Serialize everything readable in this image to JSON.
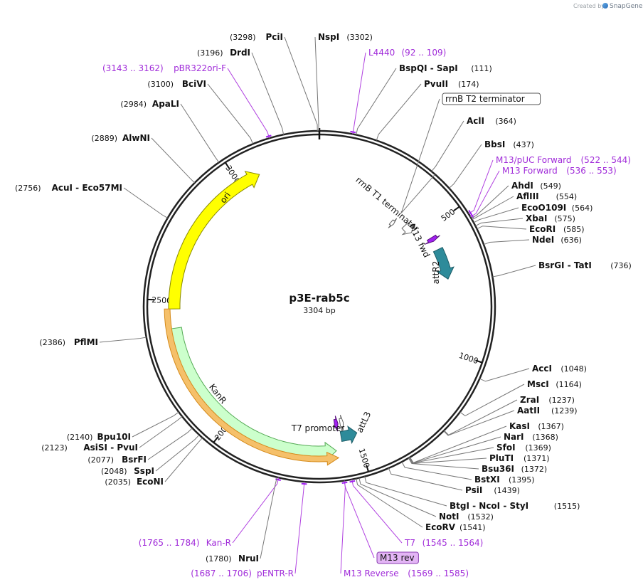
{
  "credit": {
    "created_by": "Created by",
    "brand": "SnapGene"
  },
  "plasmid": {
    "name": "p3E-rab5c",
    "size_label": "3304 bp",
    "length": 3304
  },
  "ticks": [
    "500",
    "1000",
    "1500",
    "2000",
    "2500",
    "3000"
  ],
  "features": [
    {
      "name": "ori",
      "start": 2470,
      "end": 3080,
      "dir": "cw",
      "color": "#ffff00",
      "stroke": "#888800",
      "ring": 0
    },
    {
      "name": "KanR",
      "start": 1590,
      "end": 2400,
      "dir": "ccw",
      "color": "#ccffcc",
      "stroke": "#55aa55",
      "ring": 0
    },
    {
      "name": "attR2",
      "start": 590,
      "end": 715,
      "dir": "cw",
      "color": "#2e8b9a",
      "stroke": "#1d5c66",
      "ring": 1
    },
    {
      "name": "attL3",
      "start": 1500,
      "end": 1565,
      "dir": "ccw",
      "color": "#2e8b9a",
      "stroke": "#1d5c66",
      "ring": 1
    },
    {
      "name": "M13 fwd",
      "start": 536,
      "end": 553,
      "dir": "cw",
      "color": "#a020f0",
      "stroke": "#5a1080",
      "ring": 1
    },
    {
      "name": "rrnB T1 terminator",
      "start": 427,
      "end": 470,
      "dir": "cw",
      "color": "#ffffff",
      "stroke": "#666666",
      "ring": 2
    },
    {
      "name": "rrnB T2 terminator",
      "start": 370,
      "end": 385,
      "dir": "cw",
      "color": "#ffffff",
      "stroke": "#666666",
      "ring": 3
    },
    {
      "name": "T7 promoter",
      "start": 1545,
      "end": 1560,
      "dir": "ccw",
      "color": "#ffffff",
      "stroke": "#666666",
      "ring": 2
    },
    {
      "name": "M13 rev",
      "start": 1569,
      "end": 1585,
      "dir": "ccw",
      "color": "#a020f0",
      "stroke": "#5a1080",
      "ring": 2
    },
    {
      "name": "KanR-orange",
      "start": 1585,
      "end": 2470,
      "dir": "ccw",
      "color": "#f5c06a",
      "stroke": "#d58a1a",
      "ring": 9
    }
  ],
  "labels": [
    {
      "name": "PciI",
      "pos": "(3298)",
      "site": 3298,
      "kind": "enzyme",
      "side": "left"
    },
    {
      "name": "NspI",
      "pos": "(3302)",
      "site": 3302,
      "kind": "enzyme",
      "side": "right"
    },
    {
      "name": "L4440",
      "pos": "(92 .. 109)",
      "site": 100,
      "kind": "primer",
      "side": "right"
    },
    {
      "name": "DrdI",
      "pos": "(3196)",
      "site": 3196,
      "kind": "enzyme",
      "side": "left"
    },
    {
      "name": "BspQI - SapI",
      "pos": "(111)",
      "site": 111,
      "kind": "enzyme",
      "side": "right"
    },
    {
      "name": "pBR322ori-F",
      "pos": "(3143 .. 3162)",
      "site": 3152,
      "kind": "primer",
      "side": "left"
    },
    {
      "name": "PvuII",
      "pos": "(174)",
      "site": 174,
      "kind": "enzyme",
      "side": "right"
    },
    {
      "name": "BciVI",
      "pos": "(3100)",
      "site": 3100,
      "kind": "enzyme",
      "side": "left"
    },
    {
      "name": "rrnB T2 terminator",
      "pos": "",
      "site": 378,
      "kind": "box",
      "side": "right"
    },
    {
      "name": "ApaLI",
      "pos": "(2984)",
      "site": 2984,
      "kind": "enzyme",
      "side": "left"
    },
    {
      "name": "AclI",
      "pos": "(364)",
      "site": 364,
      "kind": "enzyme",
      "side": "right"
    },
    {
      "name": "AlwNI",
      "pos": "(2889)",
      "site": 2889,
      "kind": "enzyme",
      "side": "left"
    },
    {
      "name": "BbsI",
      "pos": "(437)",
      "site": 437,
      "kind": "enzyme",
      "side": "right"
    },
    {
      "name": "M13/pUC Forward",
      "pos": "(522 .. 544)",
      "site": 533,
      "kind": "primer",
      "side": "right"
    },
    {
      "name": "M13 Forward",
      "pos": "(536 .. 553)",
      "site": 544,
      "kind": "primer",
      "side": "right"
    },
    {
      "name": "AcuI - Eco57MI",
      "pos": "(2756)",
      "site": 2756,
      "kind": "enzyme",
      "side": "left"
    },
    {
      "name": "AhdI",
      "pos": "(549)",
      "site": 549,
      "kind": "enzyme",
      "side": "right"
    },
    {
      "name": "AflIII",
      "pos": "(554)",
      "site": 554,
      "kind": "enzyme",
      "side": "right"
    },
    {
      "name": "EcoO109I",
      "pos": "(564)",
      "site": 564,
      "kind": "enzyme",
      "side": "right"
    },
    {
      "name": "XbaI",
      "pos": "(575)",
      "site": 575,
      "kind": "enzyme",
      "side": "right"
    },
    {
      "name": "EcoRI",
      "pos": "(585)",
      "site": 585,
      "kind": "enzyme",
      "side": "right"
    },
    {
      "name": "NdeI",
      "pos": "(636)",
      "site": 636,
      "kind": "enzyme",
      "side": "right"
    },
    {
      "name": "BsrGI - TatI",
      "pos": "(736)",
      "site": 736,
      "kind": "enzyme",
      "side": "right"
    },
    {
      "name": "PflMI",
      "pos": "(2386)",
      "site": 2386,
      "kind": "enzyme",
      "side": "left"
    },
    {
      "name": "AccI",
      "pos": "(1048)",
      "site": 1048,
      "kind": "enzyme",
      "side": "right"
    },
    {
      "name": "MscI",
      "pos": "(1164)",
      "site": 1164,
      "kind": "enzyme",
      "side": "right"
    },
    {
      "name": "ZraI",
      "pos": "(1237)",
      "site": 1237,
      "kind": "enzyme",
      "side": "right"
    },
    {
      "name": "AatII",
      "pos": "(1239)",
      "site": 1239,
      "kind": "enzyme",
      "side": "right"
    },
    {
      "name": "KasI",
      "pos": "(1367)",
      "site": 1367,
      "kind": "enzyme",
      "side": "right"
    },
    {
      "name": "NarI",
      "pos": "(1368)",
      "site": 1368,
      "kind": "enzyme",
      "side": "right"
    },
    {
      "name": "SfoI",
      "pos": "(1369)",
      "site": 1369,
      "kind": "enzyme",
      "side": "right"
    },
    {
      "name": "PluTI",
      "pos": "(1371)",
      "site": 1371,
      "kind": "enzyme",
      "side": "right"
    },
    {
      "name": "Bsu36I",
      "pos": "(1372)",
      "site": 1372,
      "kind": "enzyme",
      "side": "right"
    },
    {
      "name": "BstXI",
      "pos": "(1395)",
      "site": 1395,
      "kind": "enzyme",
      "side": "right"
    },
    {
      "name": "PsiI",
      "pos": "(1439)",
      "site": 1439,
      "kind": "enzyme",
      "side": "right"
    },
    {
      "name": "BtgI - NcoI - StyI",
      "pos": "(1515)",
      "site": 1515,
      "kind": "enzyme",
      "side": "right"
    },
    {
      "name": "NotI",
      "pos": "(1532)",
      "site": 1532,
      "kind": "enzyme",
      "side": "right"
    },
    {
      "name": "EcoRV",
      "pos": "(1541)",
      "site": 1541,
      "kind": "enzyme",
      "side": "right"
    },
    {
      "name": "T7",
      "pos": "(1545 .. 1564)",
      "site": 1554,
      "kind": "primer",
      "side": "right"
    },
    {
      "name": "M13 rev",
      "pos": "",
      "site": 1577,
      "kind": "pbox",
      "side": "right"
    },
    {
      "name": "M13 Reverse",
      "pos": "(1569 .. 1585)",
      "site": 1577,
      "kind": "primer",
      "side": "right"
    },
    {
      "name": "Bpu10I",
      "pos": "(2140)",
      "site": 2140,
      "kind": "enzyme",
      "side": "left"
    },
    {
      "name": "AsiSI - PvuI",
      "pos": "(2123)",
      "site": 2123,
      "kind": "enzyme",
      "side": "left"
    },
    {
      "name": "BsrFI",
      "pos": "(2077)",
      "site": 2077,
      "kind": "enzyme",
      "side": "left"
    },
    {
      "name": "SspI",
      "pos": "(2048)",
      "site": 2048,
      "kind": "enzyme",
      "side": "left"
    },
    {
      "name": "EcoNI",
      "pos": "(2035)",
      "site": 2035,
      "kind": "enzyme",
      "side": "left"
    },
    {
      "name": "Kan-R",
      "pos": "(1765 .. 1784)",
      "site": 1775,
      "kind": "primer",
      "side": "left"
    },
    {
      "name": "NruI",
      "pos": "(1780)",
      "site": 1780,
      "kind": "enzyme",
      "side": "left"
    },
    {
      "name": "pENTR-R",
      "pos": "(1687 .. 1706)",
      "site": 1697,
      "kind": "primer",
      "side": "left"
    }
  ]
}
